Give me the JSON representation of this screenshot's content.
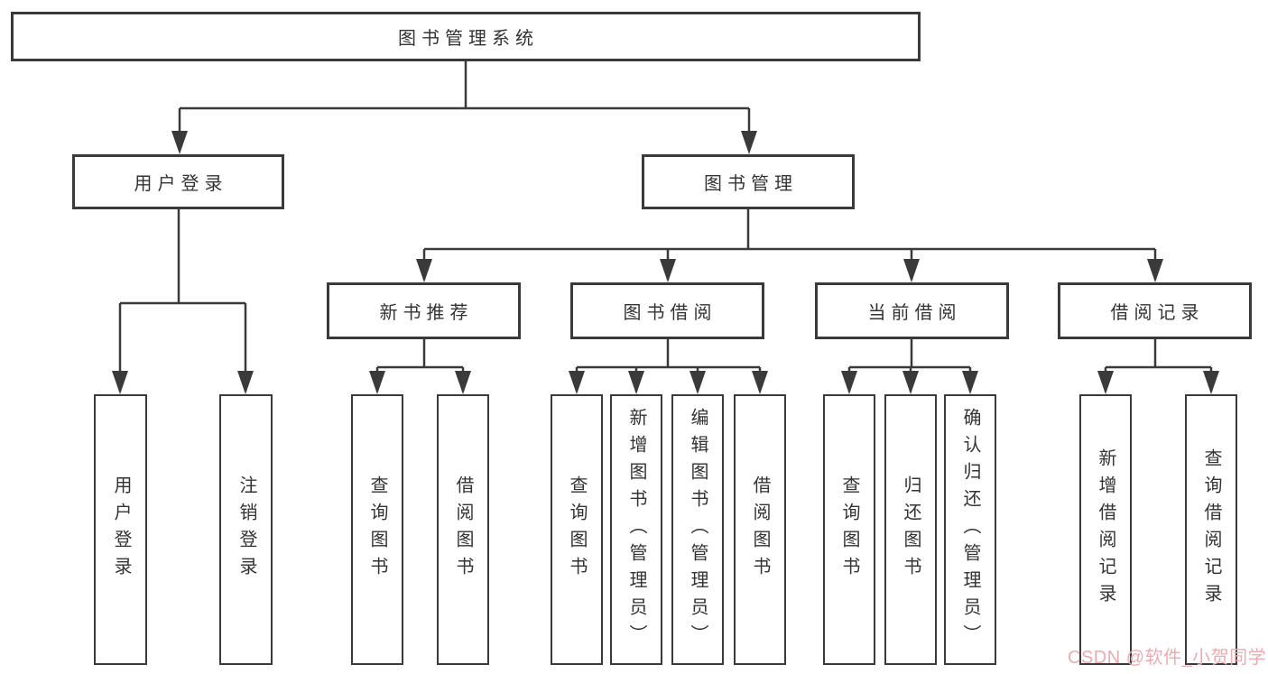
{
  "colors": {
    "line": "#3a3a3a",
    "box_border": "#3a3a3a",
    "text": "#333333",
    "watermark": "#edaab0",
    "background": "#ffffff"
  },
  "tree": {
    "label": "图书管理系统",
    "children": [
      {
        "label": "用户登录",
        "leaves": [
          "用户登录",
          "注销登录"
        ]
      },
      {
        "label": "图书管理",
        "children": [
          {
            "label": "新书推荐",
            "leaves": [
              "查询图书",
              "借阅图书"
            ]
          },
          {
            "label": "图书借阅",
            "leaves": [
              "查询图书",
              "新增图书（管理员）",
              "编辑图书（管理员）",
              "借阅图书"
            ]
          },
          {
            "label": "当前借阅",
            "leaves": [
              "查询图书",
              "归还图书",
              "确认归还（管理员）"
            ]
          },
          {
            "label": "借阅记录",
            "leaves": [
              "新增借阅记录",
              "查询借阅记录"
            ]
          }
        ]
      }
    ]
  },
  "watermark": "CSDN @软件_小贺同学"
}
